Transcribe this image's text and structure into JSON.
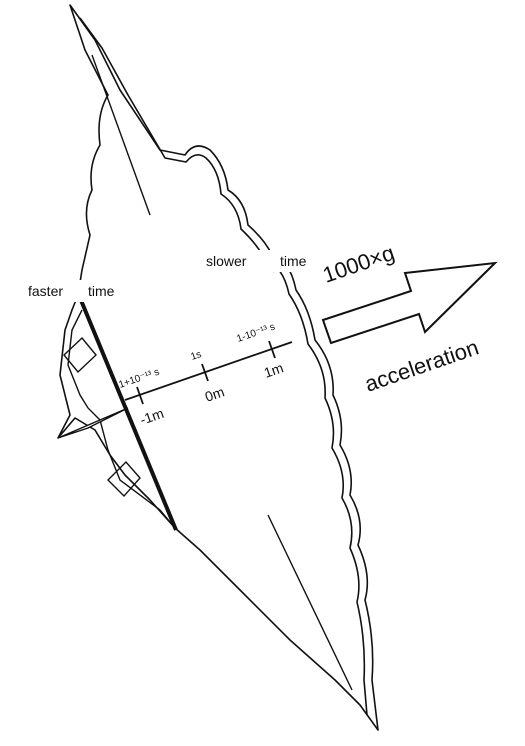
{
  "labels": {
    "faster": "faster",
    "faster_time": "time",
    "slower": "slower",
    "slower_time": "time",
    "acceleration_value": "1000×g",
    "acceleration": "acceleration"
  },
  "ruler": {
    "ticks": [
      {
        "time_label": "1+10⁻¹³ s",
        "position_label": "-1m"
      },
      {
        "time_label": "1s",
        "position_label": "0m"
      },
      {
        "time_label": "1-10⁻¹³ s",
        "position_label": "1m"
      }
    ]
  },
  "colors": {
    "outline": "#111111",
    "background": "#ffffff"
  }
}
